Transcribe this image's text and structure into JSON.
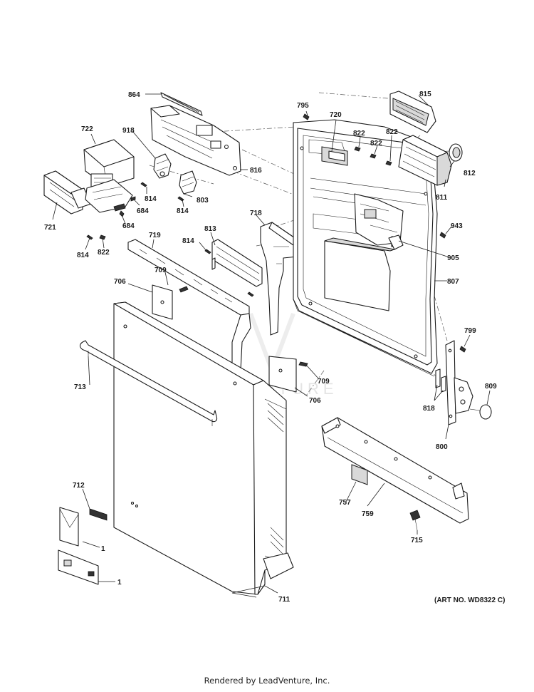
{
  "art_number": "(ART NO. WD8322 C)",
  "watermark": "LEADVENTURE",
  "footer": "Rendered by LeadVenture, Inc.",
  "labels": {
    "l864": "864",
    "l722": "722",
    "l918": "918",
    "l816": "816",
    "l814a": "814",
    "l803": "803",
    "l814b": "814",
    "l684a": "684",
    "l684b": "684",
    "l721": "721",
    "l814c": "814",
    "l822a": "822",
    "l719": "719",
    "l814d": "814",
    "l813": "813",
    "l718": "718",
    "l709a": "709",
    "l706a": "706",
    "l795": "795",
    "l720": "720",
    "l822b": "822",
    "l822c": "822",
    "l822d": "822",
    "l815": "815",
    "l812": "812",
    "l811": "811",
    "l943": "943",
    "l905": "905",
    "l807": "807",
    "l799": "799",
    "l713": "713",
    "l709b": "709",
    "l706b": "706",
    "l818": "818",
    "l809": "809",
    "l800": "800",
    "l712": "712",
    "l757": "757",
    "l759": "759",
    "l715": "715",
    "l1a": "1",
    "l1b": "1",
    "l711": "711"
  }
}
